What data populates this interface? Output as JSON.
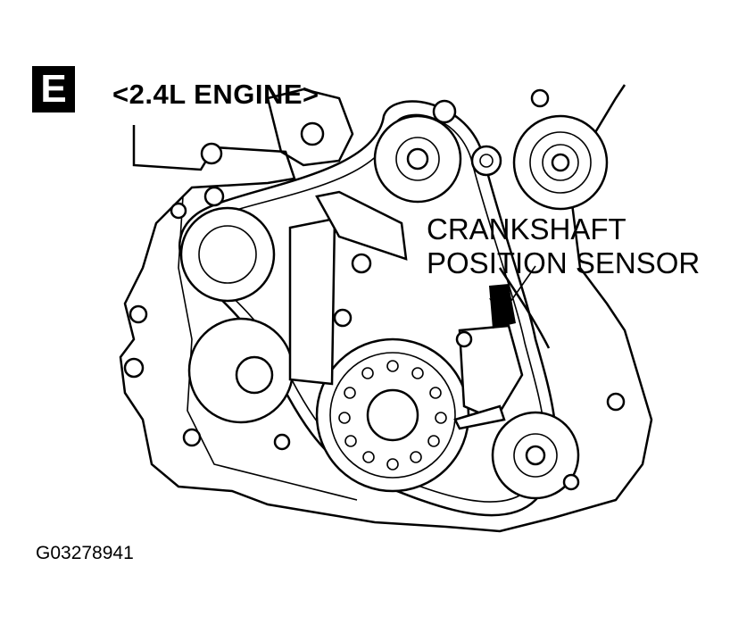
{
  "figure": {
    "badge_letter": "E",
    "title": "<2.4L ENGINE>",
    "callout": {
      "line1": "CRANKSHAFT",
      "line2": "POSITION SENSOR"
    },
    "figure_id": "G03278941"
  }
}
